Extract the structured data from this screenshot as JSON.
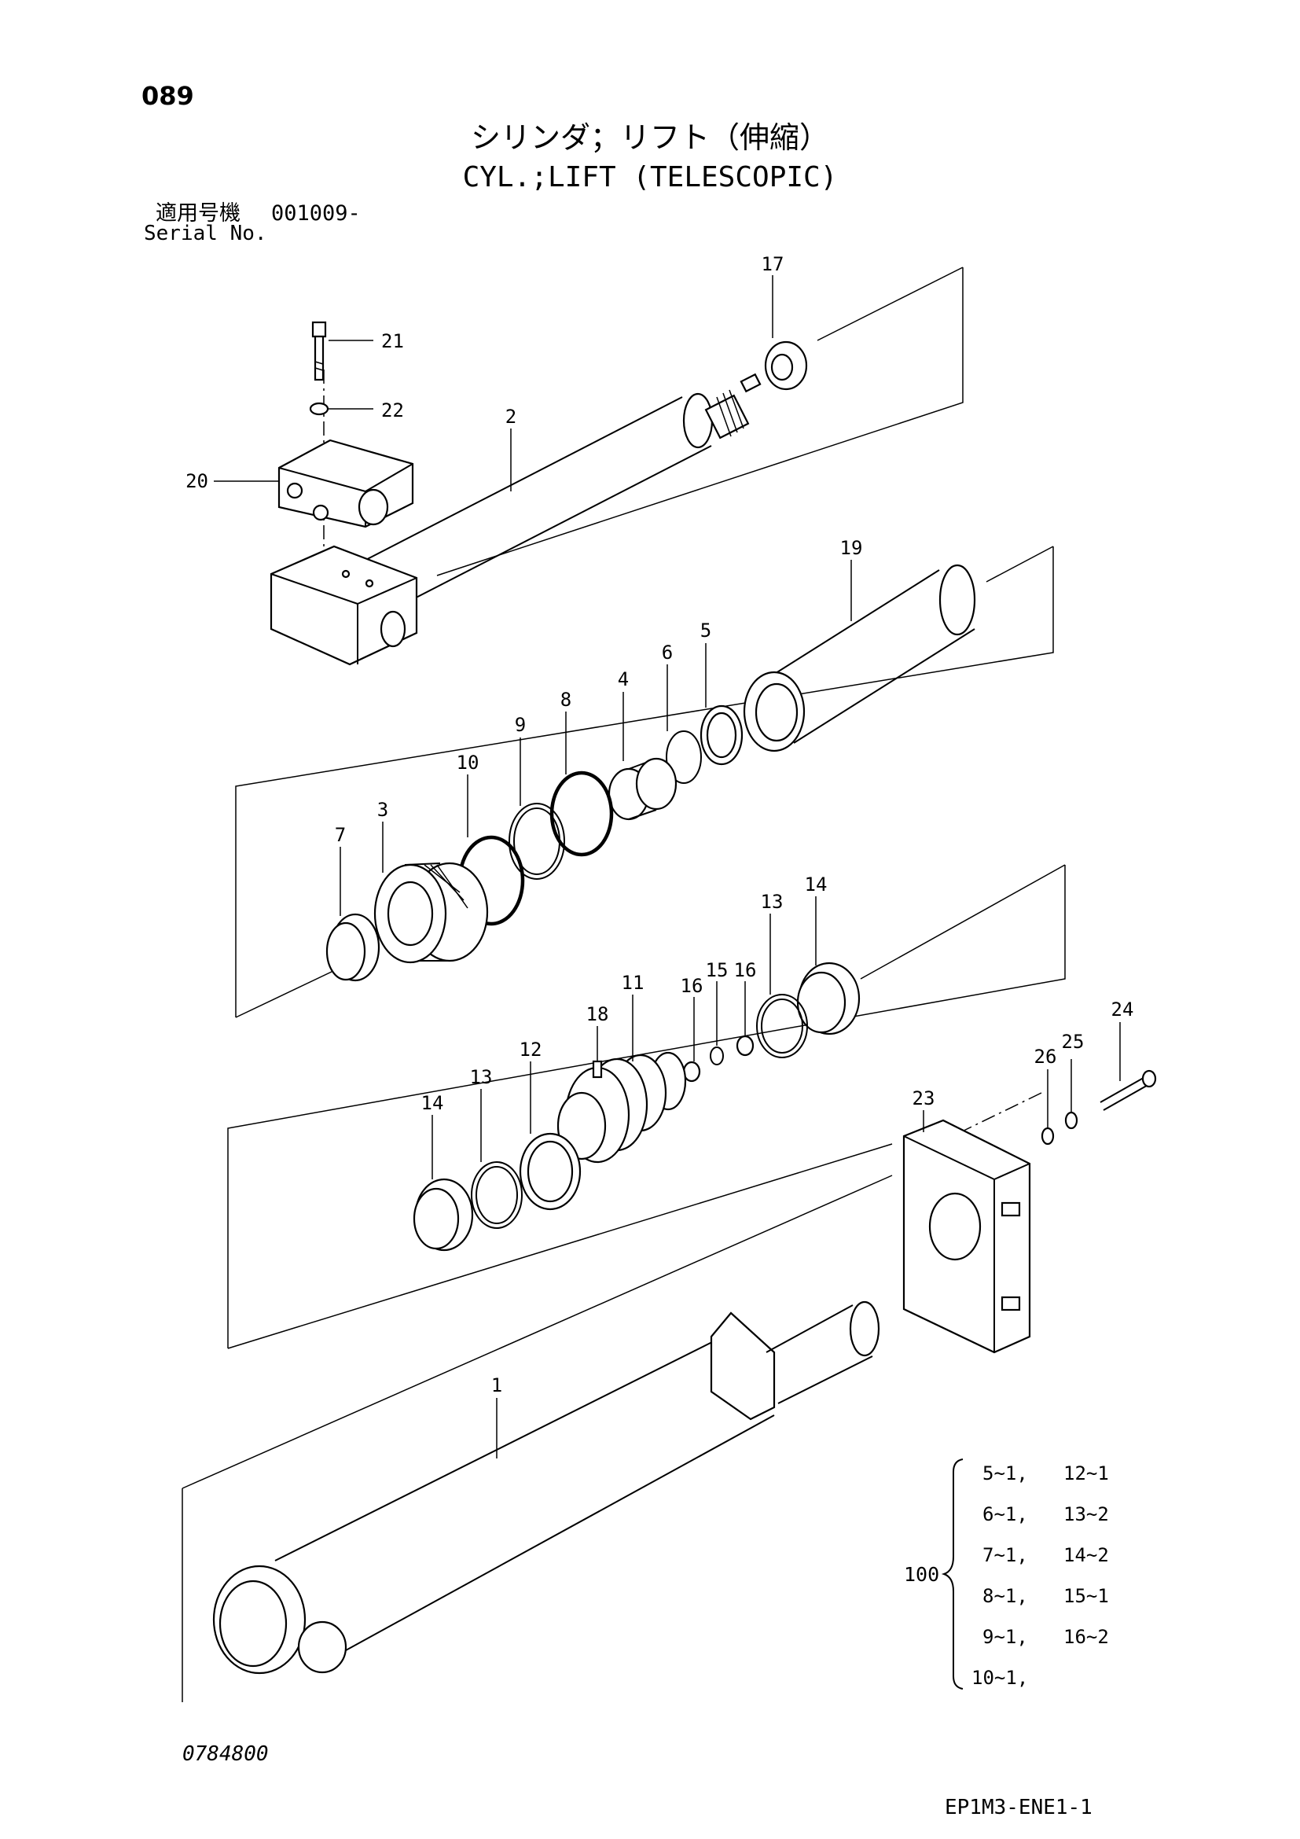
{
  "header": {
    "page_number": "089",
    "title_jp": "シリンダ；リフト（伸縮）",
    "title_en": "CYL.;LIFT (TELESCOPIC)",
    "serial_label_jp": "適用号機",
    "serial_value": "001009-",
    "serial_label_en": "Serial No."
  },
  "footer": {
    "drawing_number": "0784800",
    "catalog_code": "EP1M3-ENE1-1"
  },
  "callouts": [
    "17",
    "21",
    "22",
    "2",
    "20",
    "19",
    "5",
    "6",
    "4",
    "8",
    "9",
    "10",
    "3",
    "7",
    "14",
    "16",
    "15",
    "16",
    "13",
    "18",
    "11",
    "12",
    "13",
    "14",
    "24",
    "26",
    "25",
    "23",
    "1"
  ],
  "kit": {
    "number": "100",
    "entries": [
      {
        "part": "5",
        "qty": "1"
      },
      {
        "part": "12",
        "qty": "1"
      },
      {
        "part": "6",
        "qty": "1"
      },
      {
        "part": "13",
        "qty": "2"
      },
      {
        "part": "7",
        "qty": "1"
      },
      {
        "part": "14",
        "qty": "2"
      },
      {
        "part": "8",
        "qty": "1"
      },
      {
        "part": "15",
        "qty": "1"
      },
      {
        "part": "9",
        "qty": "1"
      },
      {
        "part": "16",
        "qty": "2"
      },
      {
        "part": "10",
        "qty": "1"
      }
    ]
  }
}
